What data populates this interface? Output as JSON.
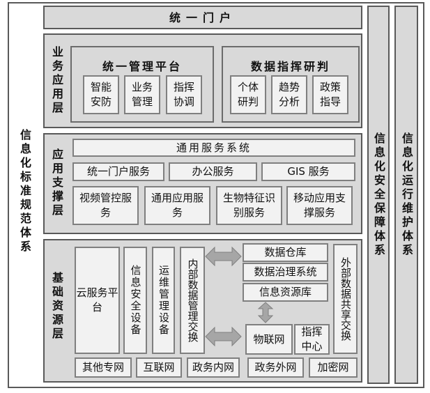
{
  "standards": "信息化标准规范体系",
  "portal": "统一门户",
  "security": "信息化安全保障体系",
  "operations": "信息化运行维护体系",
  "business": {
    "label": "业务应用层",
    "groups": [
      {
        "title": "统一管理平台",
        "items": [
          "智能安防",
          "业务管理",
          "指挥协调"
        ]
      },
      {
        "title": "数据指挥研判",
        "items": [
          "个体研判",
          "趋势分析",
          "政策指导"
        ]
      }
    ]
  },
  "support": {
    "label": "应用支撑层",
    "top": "通用服务系统",
    "row2": [
      "统一门户服务",
      "办公服务",
      "GIS 服务"
    ],
    "row3": [
      "视频管控服务",
      "通用应用服务",
      "生物特征识别服务",
      "移动应用支撑服务"
    ]
  },
  "infra": {
    "label": "基础资源层",
    "cloud": "云服务平台",
    "infosec": "信息安全设备",
    "ops": "运维管理设备",
    "internal": "内部数据管理交换",
    "warehouse": "数据仓库",
    "governance": "数据治理系统",
    "resource": "信息资源库",
    "iot": "物联网",
    "command": "指挥中心",
    "external": "外部数据共享交换",
    "networks": [
      "其他专网",
      "互联网",
      "政务内网",
      "政务外网",
      "加密网"
    ]
  }
}
